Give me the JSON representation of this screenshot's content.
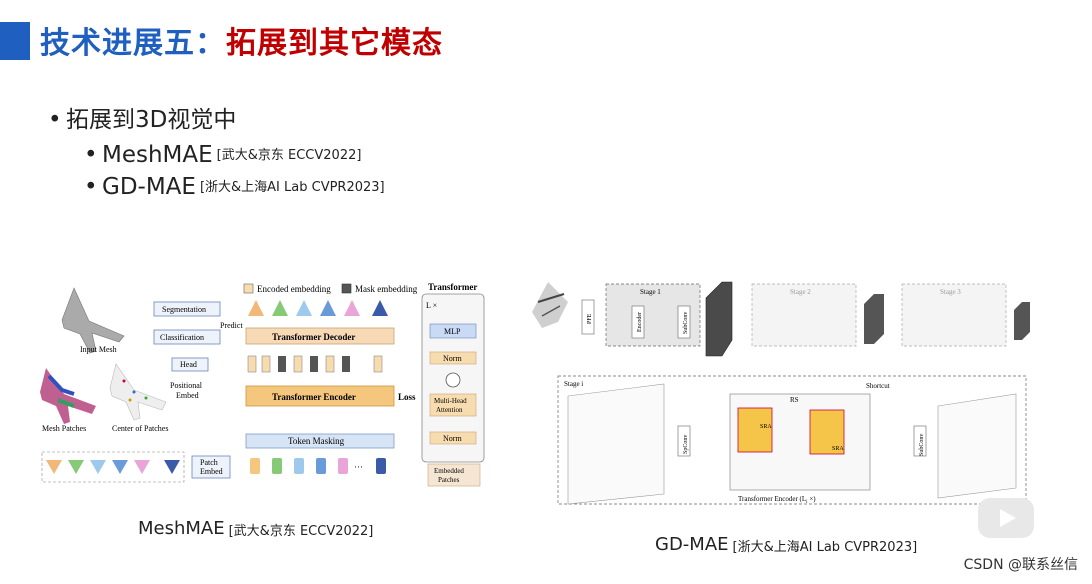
{
  "title": {
    "part1": "技术进展五：",
    "part2": "拓展到其它模态"
  },
  "bullets": {
    "main": "拓展到3D视觉中",
    "items": [
      {
        "name": "MeshMAE",
        "ref": "[武大&京东 ECCV2022]"
      },
      {
        "name": "GD-MAE",
        "ref": "[浙大&上海AI Lab CVPR2023]"
      }
    ]
  },
  "meshmae": {
    "legend_encoded": "Encoded embedding",
    "legend_mask": "Mask embedding",
    "segmentation": "Segmentation",
    "classification": "Classification",
    "predict": "Predict",
    "head": "Head",
    "input_mesh": "Input Mesh",
    "positional_embed_1": "Positional",
    "positional_embed_2": "Embed",
    "mesh_patches": "Mesh Patches",
    "center_patches": "Center of Patches",
    "decoder": "Transformer Decoder",
    "encoder": "Transformer Encoder",
    "loss": "Loss",
    "token_masking": "Token Masking",
    "patch_embed_1": "Patch",
    "patch_embed_2": "Embed",
    "transformer": "Transformer",
    "lx": "L ×",
    "mlp": "MLP",
    "norm": "Norm",
    "mha_1": "Multi-Head",
    "mha_2": "Attention",
    "embedded_1": "Embedded",
    "embedded_2": "Patches",
    "ellipsis": "···",
    "caption_name": "MeshMAE",
    "caption_ref": "[武大&京东 ECCV2022]"
  },
  "gdmae": {
    "stage1": "Stage 1",
    "stage2": "Stage 2",
    "stage3": "Stage 3",
    "stagei": "Stage i",
    "pfe": "PFE",
    "encoder": "Encoder",
    "subconv": "SubConv",
    "spconv": "SpConv",
    "shortcut": "Shortcut",
    "sra": "SRA",
    "rs": "RS",
    "transformer_encoder": "Transformer Encoder (L",
    "transformer_encoder_tail": " ×)",
    "sub_i": "i",
    "caption_name": "GD-MAE",
    "caption_ref": "[浙大&上海AI Lab CVPR2023]"
  },
  "footer": "CSDN @联系丝信",
  "colors": {
    "title_blue": "#1f5fbf",
    "title_red": "#c00000",
    "decoder_fill": "#f7d9b6",
    "encoder_fill": "#f5c77e",
    "token_fill": "#d6e4f5",
    "mlp_fill": "#c9daf5",
    "norm_fill": "#f7dcb0"
  }
}
